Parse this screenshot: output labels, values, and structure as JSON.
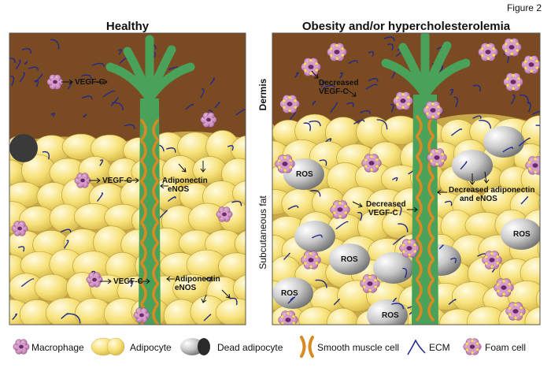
{
  "figure_label": "Figure 2",
  "panels": {
    "left_title": "Healthy",
    "right_title": "Obesity and/or hypercholesterolemia"
  },
  "side_labels": {
    "dermis": "Dermis",
    "subcutaneous_fat": "Subcutaneous fat"
  },
  "annotations": {
    "left_vegf_top": "VEGF-C",
    "left_vegf_mid": "VEGF-C",
    "left_vegf_bottom": "VEGF-C",
    "left_adiponectin_mid": "Adiponectin",
    "left_enos_mid": "eNOS",
    "left_adiponectin_bottom": "Adiponectin",
    "left_enos_bottom": "eNOS",
    "right_decreased_top_1": "Decreased",
    "right_decreased_top_2": "VEGF-C",
    "right_decreased_mid_1": "Decreased",
    "right_decreased_mid_2": "VEGF-C",
    "right_decreased_adipo_1": "Decreased adiponectin",
    "right_decreased_adipo_2": "and eNOS",
    "ros": "ROS"
  },
  "legend": {
    "macrophage": "Macrophage",
    "adipocyte": "Adipocyte",
    "dead_adipocyte": "Dead adipocyte",
    "smooth_muscle": "Smooth muscle cell",
    "ecm": "ECM",
    "foam_cell": "Foam cell"
  },
  "colors": {
    "dermis": "#7a4a22",
    "fat_bg": "#c9a84a",
    "adipocyte": "#f7e27a",
    "vessel": "#4aa25a",
    "smooth_muscle": "#d98a22",
    "ecm": "#1f2a8c",
    "macrophage": "#c77fb5",
    "dead_adipocyte": "#9a9a9a"
  }
}
